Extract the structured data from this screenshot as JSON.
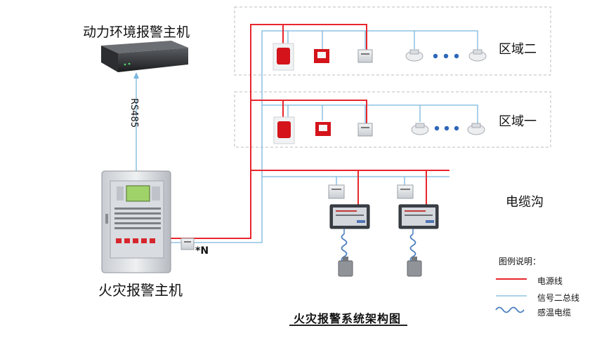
{
  "labels": {
    "nvr_title": "动力环境报警主机",
    "rs485": "RS485",
    "panel_title": "火灾报警主机",
    "zone2": "区域二",
    "zone1": "区域一",
    "cable_trench": "电缆沟",
    "address_label": "*N",
    "diagram_title": "火灾报警系统架构图"
  },
  "legend": {
    "title": "图例说明：",
    "power": "电源线",
    "bus": "信号二总线",
    "cable": "感温电缆"
  },
  "colors": {
    "power_line": "#e8262c",
    "bus_line": "#7ab6de",
    "cable_line": "#4a7ec0",
    "zone_border": "#bdbdbd",
    "alarm_red": "#d4131b",
    "detector_dots": "#2e66b8"
  },
  "icons": {
    "nvr": "alarm-host-device-icon",
    "panel": "fire-alarm-panel-icon",
    "sounder": "sound-light-alarm-icon",
    "call_point": "manual-call-point-icon",
    "module": "input-module-icon",
    "smoke": "smoke-detector-icon",
    "processor": "linear-heat-processor-icon",
    "terminal": "cable-terminal-box-icon"
  }
}
